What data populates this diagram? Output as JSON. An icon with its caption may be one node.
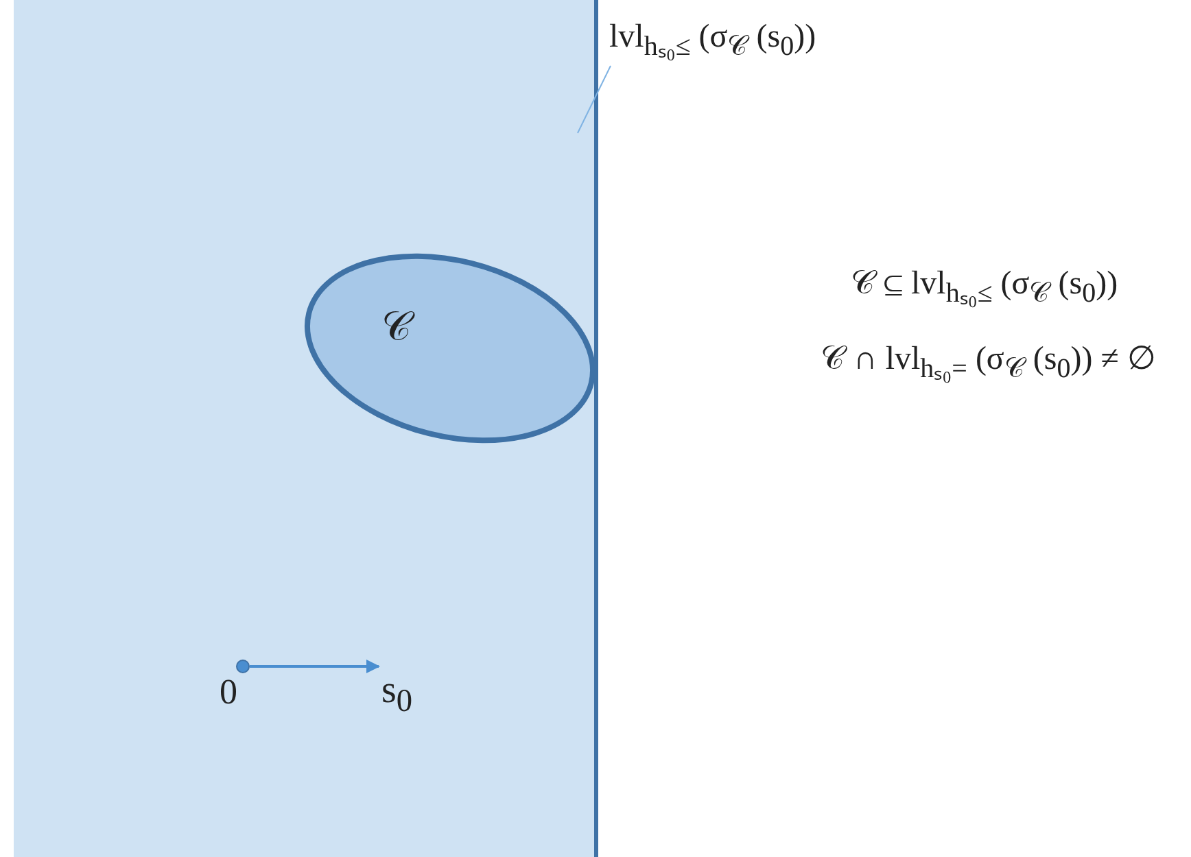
{
  "diagram": {
    "nodes": [
      {
        "text": [],
        "shape": "box"
      },
      {
        "text": [
          "𝒞"
        ],
        "in": 0
      },
      {
        "text": [
          "lvl$_{hₛ₀≤}$ (σ$_{𝒞}$ (s$_{0}$))"
        ]
      },
      {
        "text": [],
        "shape": "circle",
        "in": 0,
        "beside": [
          "0"
        ]
      }
    ],
    "edges": [
      {
        "from": 2,
        "to": 0,
        "arrow": "none"
      },
      {
        "from": 3,
        "to": null,
        "arrow": "to",
        "label": "s$_{0}$"
      }
    ],
    "labels": [
      "𝒞 ⊆ lvl$_{hₛ₀≤}$ (σ$_{𝒞}$ (s$_{0}$))",
      "𝒞 ∩ lvl$_{hₛ₀=}$ (σ$_{𝒞}$ (s$_{0}$)) ≠ ∅"
    ]
  }
}
